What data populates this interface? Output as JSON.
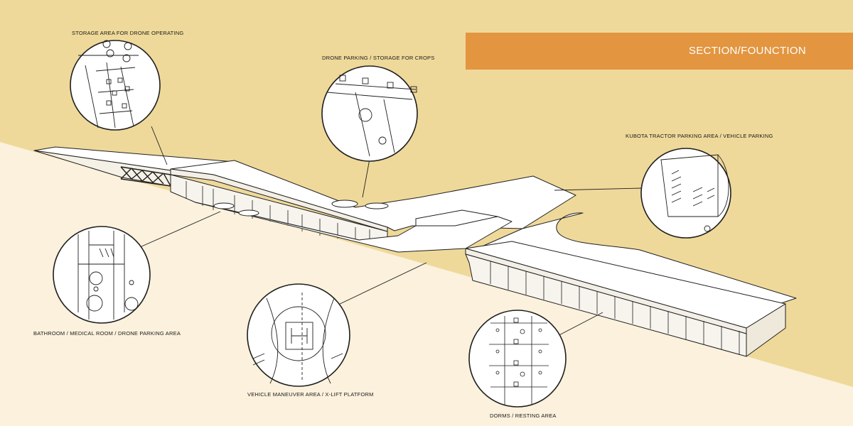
{
  "title": "SECTION/FOUNCTION",
  "colors": {
    "background_band": "#efd99a",
    "background_lower": "#fbf1dc",
    "title_banner": "#e3953f",
    "line": "#1f1f1f",
    "building_fill": "#ffffff"
  },
  "callouts": [
    {
      "id": "storage-drone",
      "text": "STORAGE AREA FOR DRONE OPERATING"
    },
    {
      "id": "drone-parking",
      "text": "DRONE PARKING / STORAGE FOR CROPS"
    },
    {
      "id": "tractor-parking",
      "text": "KUBOTA TRACTOR PARKING AREA / VEHICLE PARKING"
    },
    {
      "id": "bathroom-medical",
      "text": "BATHROOM / MEDICAL ROOM / DRONE PARKING AREA"
    },
    {
      "id": "vehicle-maneuver",
      "text": "VEHICLE MANEUVER AREA / X-LIFT PLATFORM"
    },
    {
      "id": "dorms",
      "text": "DORMS / RESTING AREA"
    }
  ]
}
